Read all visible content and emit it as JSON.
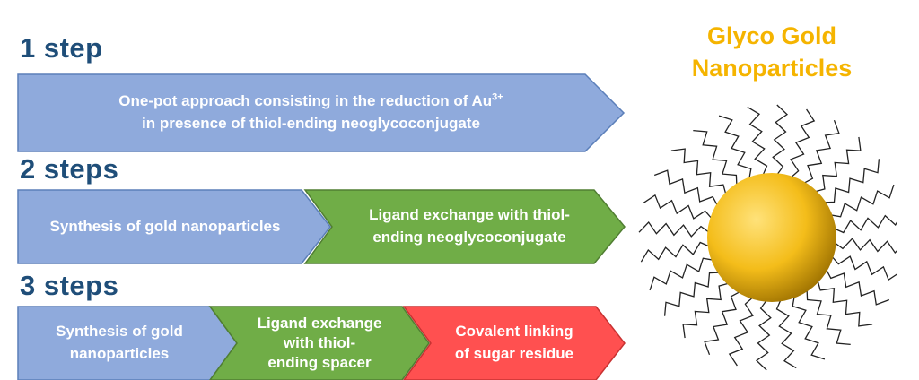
{
  "title": {
    "line1": "Glyco Gold",
    "line2": "Nanoparticles"
  },
  "steps": [
    {
      "heading": "1 step",
      "boxes": [
        {
          "line1": "One-pot approach consisting in the reduction of Au",
          "superscript": "3+",
          "line2": "in presence of thiol-ending neoglycoconjugate",
          "color": "#8faadc"
        }
      ]
    },
    {
      "heading": "2 steps",
      "boxes": [
        {
          "text": "Synthesis of gold nanoparticles",
          "color": "#8faadc"
        },
        {
          "line1": "Ligand exchange with thiol-",
          "line2": "ending neoglycoconjugate",
          "color": "#70ad47"
        }
      ]
    },
    {
      "heading": "3 steps",
      "boxes": [
        {
          "line1": "Synthesis of gold",
          "line2": "nanoparticles",
          "color": "#8faadc"
        },
        {
          "line1": "Ligand exchange",
          "line2": "with thiol-",
          "line3": "ending spacer",
          "color": "#70ad47"
        },
        {
          "line1": "Covalent linking",
          "line2": "of sugar residue",
          "color": "#ff5050"
        }
      ]
    }
  ],
  "colors": {
    "heading": "#1f4e79",
    "title": "#f5b400",
    "gold_light": "#ffd54a",
    "gold_dark": "#a77a00",
    "ligand": "#222222"
  }
}
